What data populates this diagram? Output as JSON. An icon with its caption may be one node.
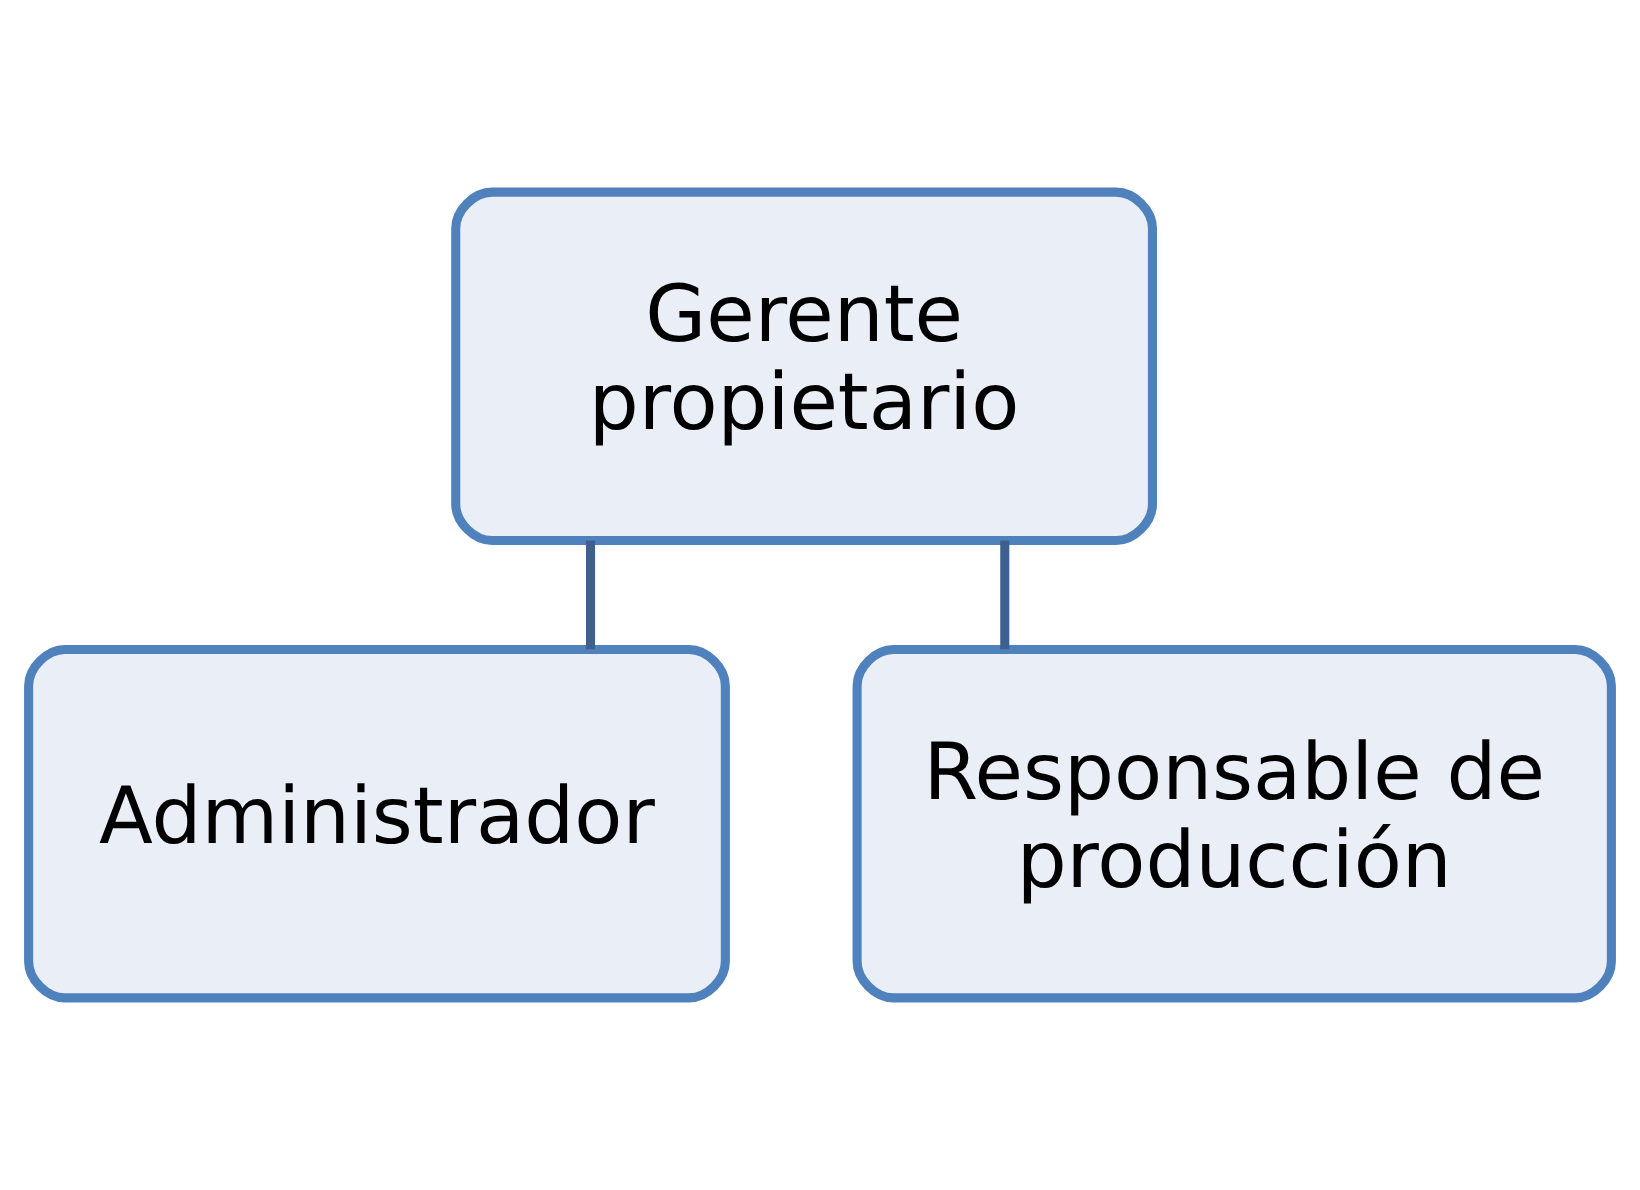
{
  "diagram": {
    "nodes": [
      {
        "text": [
          "Gerente propietario"
        ]
      },
      {
        "text": [
          "Administrador"
        ]
      },
      {
        "text": [
          "Responsable de producción"
        ]
      }
    ],
    "edges": [
      {
        "from": 0,
        "to": 1,
        "arrow": "none"
      },
      {
        "from": 0,
        "to": 2,
        "arrow": "none"
      }
    ]
  }
}
